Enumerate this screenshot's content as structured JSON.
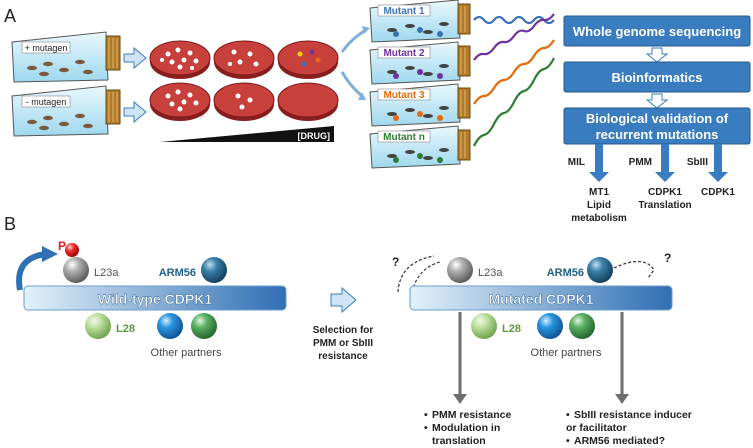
{
  "panel_a": {
    "label": "A",
    "flasks": [
      {
        "label": "+ mutagen"
      },
      {
        "label": "- mutagen"
      }
    ],
    "drug_label": "[DRUG]",
    "mutants": [
      {
        "label": "Mutant 1",
        "color": "#3a73b5"
      },
      {
        "label": "Mutant 2",
        "color": "#7030a0"
      },
      {
        "label": "Mutant 3",
        "color": "#e46c0a"
      },
      {
        "label": "Mutant n",
        "color": "#2e7d32"
      }
    ],
    "workflow": [
      {
        "label": "Whole genome sequencing"
      },
      {
        "label": "Bioinformatics"
      },
      {
        "label": "Biological validation of",
        "label2": "recurrent mutations"
      }
    ],
    "branches": [
      {
        "drug": "MIL",
        "lines": [
          "MT1",
          "Lipid",
          "metabolism"
        ]
      },
      {
        "drug": "PMM",
        "lines": [
          "CDPK1",
          "Translation"
        ]
      },
      {
        "drug": "SbIII",
        "lines": [
          "CDPK1"
        ]
      }
    ]
  },
  "panel_b": {
    "label": "B",
    "phospho_label": "P",
    "wild_type": {
      "bar_label": "Wild-type CDPK1",
      "partners": {
        "l23a": "L23a",
        "arm56": "ARM56",
        "l28": "L28",
        "other": "Other partners"
      }
    },
    "selection_text": [
      "Selection for",
      "PMM or SbIII",
      "resistance"
    ],
    "mutated": {
      "bar_label": "Mutated CDPK1",
      "partners": {
        "l23a": "L23a",
        "arm56": "ARM56",
        "l28": "L28",
        "other": "Other partners"
      },
      "question_mark": "?"
    },
    "outcomes_left": [
      "PMM resistance",
      "Modulation in",
      "translation"
    ],
    "outcomes_right": [
      "SbIII resistance inducer",
      "or facilitator",
      "ARM56 mediated?"
    ]
  },
  "colors": {
    "workflow_box": "#3a7cc0",
    "bar_light": "#cfe5f7",
    "bar_dark": "#2f6fb3",
    "dish_red": "#c8403c",
    "flask_blue": "#bfe7f5",
    "l23a_gray": "#7d7d7d",
    "arm56_teal": "#1f5f86",
    "l28_lightgreen": "#9dcc7a",
    "partner_blue": "#1e88d6",
    "partner_green": "#4a9d52",
    "arrow_gray": "#6e6e6e",
    "phospho_red": "#e02020"
  }
}
